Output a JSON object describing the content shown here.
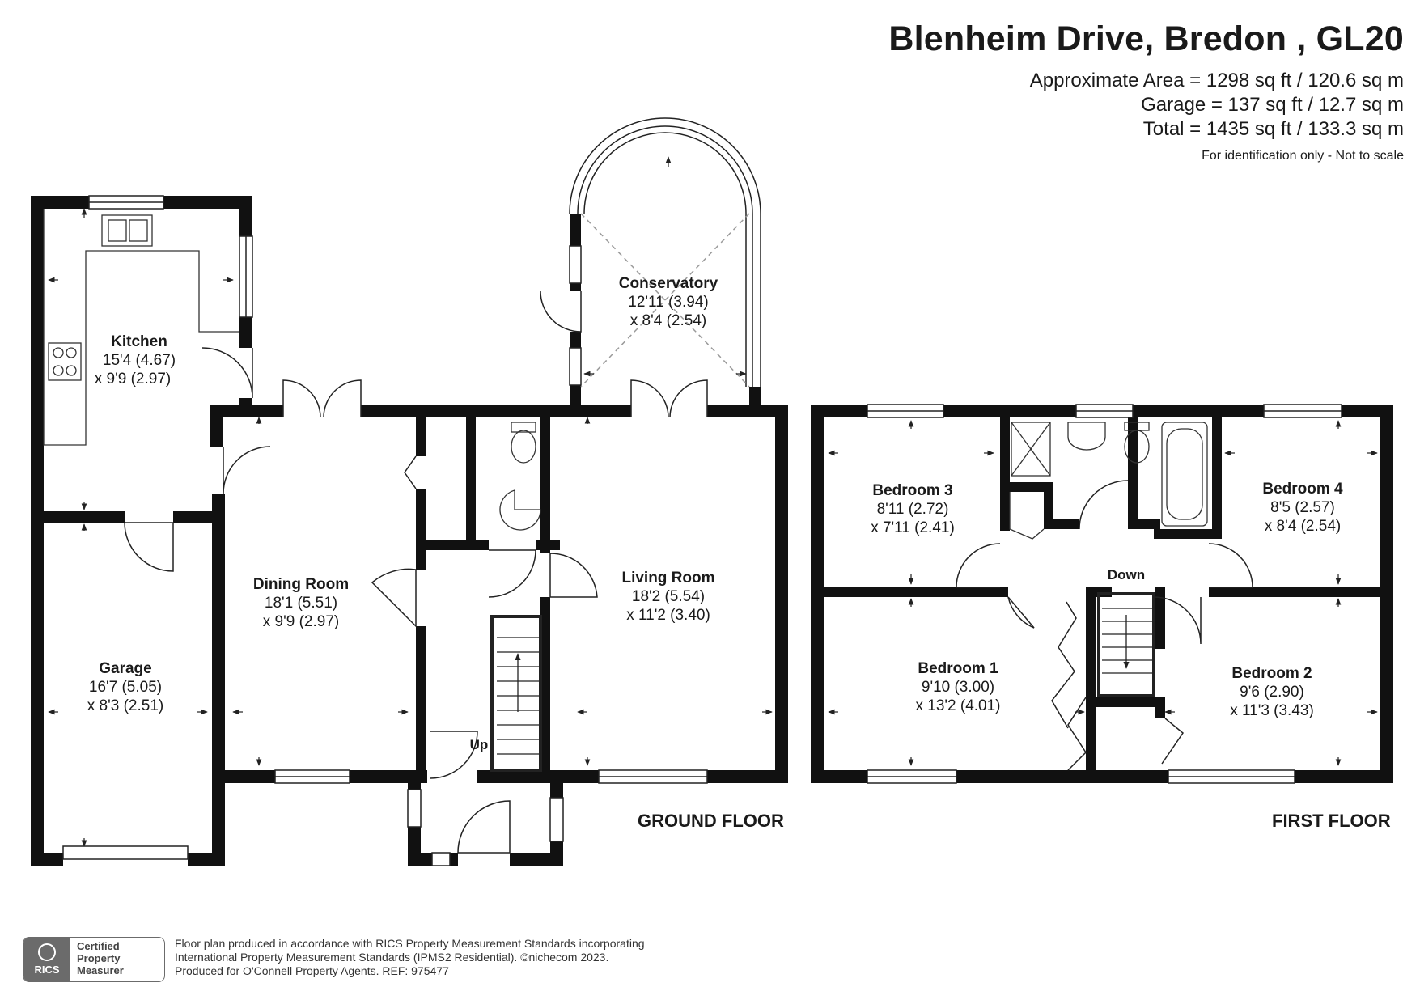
{
  "header": {
    "title": "Blenheim Drive, Bredon , GL20",
    "approx_area": "Approximate Area = 1298 sq ft / 120.6 sq m",
    "garage_area": "Garage = 137 sq ft / 12.7 sq m",
    "total_area": "Total = 1435 sq ft / 133.3 sq m",
    "note": "For identification only - Not to scale"
  },
  "floors": {
    "ground": "GROUND FLOOR",
    "first": "FIRST FLOOR"
  },
  "rooms": {
    "kitchen": {
      "name": "Kitchen",
      "dim1": "15'4 (4.67)",
      "dim2": "x 9'9 (2.97)"
    },
    "garage": {
      "name": "Garage",
      "dim1": "16'7 (5.05)",
      "dim2": "x 8'3 (2.51)"
    },
    "dining": {
      "name": "Dining Room",
      "dim1": "18'1 (5.51)",
      "dim2": "x 9'9 (2.97)"
    },
    "conservatory": {
      "name": "Conservatory",
      "dim1": "12'11 (3.94)",
      "dim2": "x 8'4 (2.54)"
    },
    "living": {
      "name": "Living Room",
      "dim1": "18'2 (5.54)",
      "dim2": "x 11'2 (3.40)"
    },
    "bedroom3": {
      "name": "Bedroom 3",
      "dim1": "8'11 (2.72)",
      "dim2": "x 7'11 (2.41)"
    },
    "bedroom4": {
      "name": "Bedroom 4",
      "dim1": "8'5 (2.57)",
      "dim2": "x 8'4 (2.54)"
    },
    "bedroom1": {
      "name": "Bedroom 1",
      "dim1": "9'10 (3.00)",
      "dim2": "x 13'2 (4.01)"
    },
    "bedroom2": {
      "name": "Bedroom 2",
      "dim1": "9'6 (2.90)",
      "dim2": "x 11'3 (3.43)"
    }
  },
  "stairs": {
    "up": "Up",
    "down": "Down"
  },
  "footer": {
    "line1": "Floor plan produced in accordance with RICS Property Measurement Standards incorporating",
    "line2": "International Property Measurement Standards (IPMS2 Residential).   ©nichecom 2023.",
    "line3": "Produced for O'Connell Property Agents.   REF:  975477"
  },
  "badge": {
    "logo": "RICS",
    "line1": "Certified",
    "line2": "Property",
    "line3": "Measurer"
  },
  "colors": {
    "wall": "#111111",
    "line": "#333333",
    "dashed": "#9a9a9a"
  }
}
